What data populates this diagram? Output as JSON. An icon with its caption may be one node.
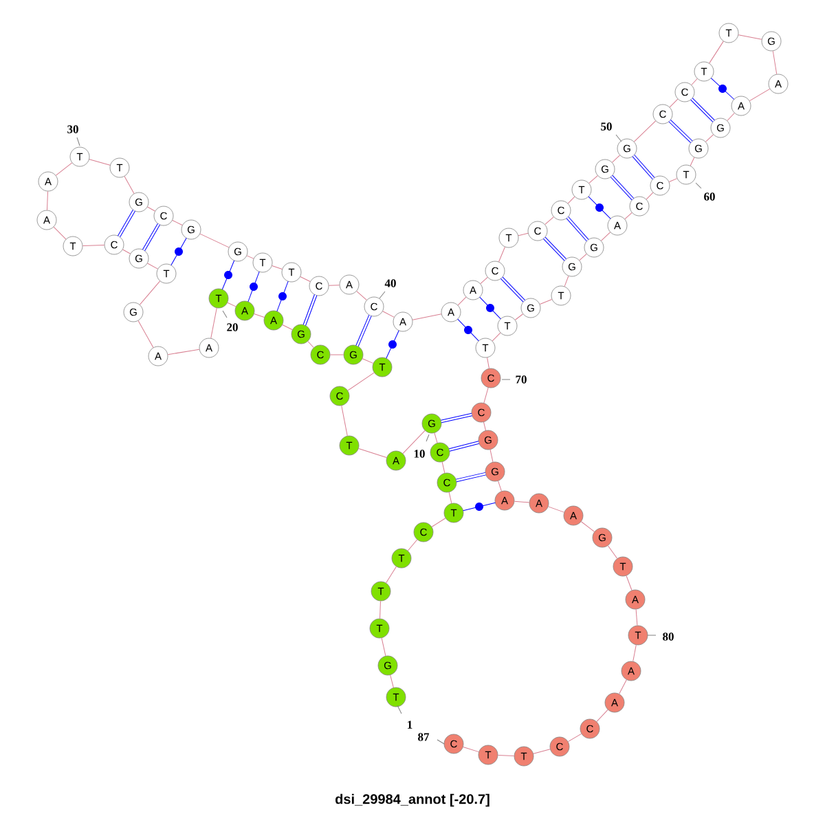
{
  "diagram": {
    "caption": "dsi_29984_annot [-20.7]",
    "nodes": [
      {
        "text": [
          "T"
        ]
      },
      {
        "text": [
          "G"
        ]
      },
      {
        "text": [
          "T"
        ]
      },
      {
        "text": [
          "T"
        ]
      },
      {
        "text": [
          "T"
        ]
      },
      {
        "text": [
          "C"
        ]
      },
      {
        "text": [
          "T"
        ]
      },
      {
        "text": [
          "C"
        ]
      },
      {
        "text": [
          "C"
        ]
      },
      {
        "text": [
          "G"
        ]
      },
      {
        "text": [
          "A"
        ]
      },
      {
        "text": [
          "T"
        ]
      },
      {
        "text": [
          "C"
        ]
      },
      {
        "text": [
          "T"
        ]
      },
      {
        "text": [
          "G"
        ]
      },
      {
        "text": [
          "C"
        ]
      },
      {
        "text": [
          "G"
        ]
      },
      {
        "text": [
          "A"
        ]
      },
      {
        "text": [
          "A"
        ]
      },
      {
        "text": [
          "T"
        ]
      },
      {
        "text": [
          "A"
        ]
      },
      {
        "text": [
          "A"
        ]
      },
      {
        "text": [
          "G"
        ]
      },
      {
        "text": [
          "T"
        ]
      },
      {
        "text": [
          "G"
        ]
      },
      {
        "text": [
          "C"
        ]
      },
      {
        "text": [
          "T"
        ]
      },
      {
        "text": [
          "A"
        ]
      },
      {
        "text": [
          "A"
        ]
      },
      {
        "text": [
          "T"
        ]
      },
      {
        "text": [
          "T"
        ]
      },
      {
        "text": [
          "G"
        ]
      },
      {
        "text": [
          "C"
        ]
      },
      {
        "text": [
          "G"
        ]
      },
      {
        "text": [
          "G"
        ]
      },
      {
        "text": [
          "T"
        ]
      },
      {
        "text": [
          "T"
        ]
      },
      {
        "text": [
          "C"
        ]
      },
      {
        "text": [
          "A"
        ]
      },
      {
        "text": [
          "C"
        ]
      },
      {
        "text": [
          "A"
        ]
      },
      {
        "text": [
          "A"
        ]
      },
      {
        "text": [
          "A"
        ]
      },
      {
        "text": [
          "C"
        ]
      },
      {
        "text": [
          "T"
        ]
      },
      {
        "text": [
          "C"
        ]
      },
      {
        "text": [
          "C"
        ]
      },
      {
        "text": [
          "T"
        ]
      },
      {
        "text": [
          "G"
        ]
      },
      {
        "text": [
          "G"
        ]
      },
      {
        "text": [
          "C"
        ]
      },
      {
        "text": [
          "C"
        ]
      },
      {
        "text": [
          "T"
        ]
      },
      {
        "text": [
          "T"
        ]
      },
      {
        "text": [
          "G"
        ]
      },
      {
        "text": [
          "A"
        ]
      },
      {
        "text": [
          "A"
        ]
      },
      {
        "text": [
          "G"
        ]
      },
      {
        "text": [
          "G"
        ]
      },
      {
        "text": [
          "T"
        ]
      },
      {
        "text": [
          "C"
        ]
      },
      {
        "text": [
          "C"
        ]
      },
      {
        "text": [
          "A"
        ]
      },
      {
        "text": [
          "G"
        ]
      },
      {
        "text": [
          "G"
        ]
      },
      {
        "text": [
          "T"
        ]
      },
      {
        "text": [
          "G"
        ]
      },
      {
        "text": [
          "T"
        ]
      },
      {
        "text": [
          "T"
        ]
      },
      {
        "text": [
          "C"
        ]
      },
      {
        "text": [
          "C"
        ]
      },
      {
        "text": [
          "G"
        ]
      },
      {
        "text": [
          "G"
        ]
      },
      {
        "text": [
          "A"
        ]
      },
      {
        "text": [
          "A"
        ]
      },
      {
        "text": [
          "A"
        ]
      },
      {
        "text": [
          "G"
        ]
      },
      {
        "text": [
          "T"
        ]
      },
      {
        "text": [
          "A"
        ]
      },
      {
        "text": [
          "T"
        ]
      },
      {
        "text": [
          "A"
        ]
      },
      {
        "text": [
          "A"
        ]
      },
      {
        "text": [
          "C"
        ]
      },
      {
        "text": [
          "C"
        ]
      },
      {
        "text": [
          "T"
        ]
      },
      {
        "text": [
          "T"
        ]
      },
      {
        "text": [
          "C"
        ]
      }
    ],
    "edges": [
      {
        "from": 0,
        "to": 1,
        "arrow": "none"
      },
      {
        "from": 1,
        "to": 2,
        "arrow": "none"
      },
      {
        "from": 2,
        "to": 3,
        "arrow": "none"
      },
      {
        "from": 3,
        "to": 4,
        "arrow": "none"
      },
      {
        "from": 4,
        "to": 5,
        "arrow": "none"
      },
      {
        "from": 5,
        "to": 6,
        "arrow": "none"
      },
      {
        "from": 6,
        "to": 7,
        "arrow": "none"
      },
      {
        "from": 7,
        "to": 8,
        "arrow": "none"
      },
      {
        "from": 8,
        "to": 9,
        "arrow": "none"
      },
      {
        "from": 9,
        "to": 10,
        "arrow": "none"
      },
      {
        "from": 10,
        "to": 11,
        "arrow": "none"
      },
      {
        "from": 11,
        "to": 12,
        "arrow": "none"
      },
      {
        "from": 12,
        "to": 13,
        "arrow": "none"
      },
      {
        "from": 13,
        "to": 14,
        "arrow": "none"
      },
      {
        "from": 14,
        "to": 15,
        "arrow": "none"
      },
      {
        "from": 15,
        "to": 16,
        "arrow": "none"
      },
      {
        "from": 16,
        "to": 17,
        "arrow": "none"
      },
      {
        "from": 17,
        "to": 18,
        "arrow": "none"
      },
      {
        "from": 18,
        "to": 19,
        "arrow": "none"
      },
      {
        "from": 19,
        "to": 20,
        "arrow": "none"
      },
      {
        "from": 20,
        "to": 21,
        "arrow": "none"
      },
      {
        "from": 21,
        "to": 22,
        "arrow": "none"
      },
      {
        "from": 22,
        "to": 23,
        "arrow": "none"
      },
      {
        "from": 23,
        "to": 24,
        "arrow": "none"
      },
      {
        "from": 24,
        "to": 25,
        "arrow": "none"
      },
      {
        "from": 25,
        "to": 26,
        "arrow": "none"
      },
      {
        "from": 26,
        "to": 27,
        "arrow": "none"
      },
      {
        "from": 27,
        "to": 28,
        "arrow": "none"
      },
      {
        "from": 28,
        "to": 29,
        "arrow": "none"
      },
      {
        "from": 29,
        "to": 30,
        "arrow": "none"
      },
      {
        "from": 30,
        "to": 31,
        "arrow": "none"
      },
      {
        "from": 31,
        "to": 32,
        "arrow": "none"
      },
      {
        "from": 32,
        "to": 33,
        "arrow": "none"
      },
      {
        "from": 33,
        "to": 34,
        "arrow": "none"
      },
      {
        "from": 34,
        "to": 35,
        "arrow": "none"
      },
      {
        "from": 35,
        "to": 36,
        "arrow": "none"
      },
      {
        "from": 36,
        "to": 37,
        "arrow": "none"
      },
      {
        "from": 37,
        "to": 38,
        "arrow": "none"
      },
      {
        "from": 38,
        "to": 39,
        "arrow": "none"
      },
      {
        "from": 39,
        "to": 40,
        "arrow": "none"
      },
      {
        "from": 40,
        "to": 41,
        "arrow": "none"
      },
      {
        "from": 41,
        "to": 42,
        "arrow": "none"
      },
      {
        "from": 42,
        "to": 43,
        "arrow": "none"
      },
      {
        "from": 43,
        "to": 44,
        "arrow": "none"
      },
      {
        "from": 44,
        "to": 45,
        "arrow": "none"
      },
      {
        "from": 45,
        "to": 46,
        "arrow": "none"
      },
      {
        "from": 46,
        "to": 47,
        "arrow": "none"
      },
      {
        "from": 47,
        "to": 48,
        "arrow": "none"
      },
      {
        "from": 48,
        "to": 49,
        "arrow": "none"
      },
      {
        "from": 49,
        "to": 50,
        "arrow": "none"
      },
      {
        "from": 50,
        "to": 51,
        "arrow": "none"
      },
      {
        "from": 51,
        "to": 52,
        "arrow": "none"
      },
      {
        "from": 52,
        "to": 53,
        "arrow": "none"
      },
      {
        "from": 53,
        "to": 54,
        "arrow": "none"
      },
      {
        "from": 54,
        "to": 55,
        "arrow": "none"
      },
      {
        "from": 55,
        "to": 56,
        "arrow": "none"
      },
      {
        "from": 56,
        "to": 57,
        "arrow": "none"
      },
      {
        "from": 57,
        "to": 58,
        "arrow": "none"
      },
      {
        "from": 58,
        "to": 59,
        "arrow": "none"
      },
      {
        "from": 59,
        "to": 60,
        "arrow": "none"
      },
      {
        "from": 60,
        "to": 61,
        "arrow": "none"
      },
      {
        "from": 61,
        "to": 62,
        "arrow": "none"
      },
      {
        "from": 62,
        "to": 63,
        "arrow": "none"
      },
      {
        "from": 63,
        "to": 64,
        "arrow": "none"
      },
      {
        "from": 64,
        "to": 65,
        "arrow": "none"
      },
      {
        "from": 65,
        "to": 66,
        "arrow": "none"
      },
      {
        "from": 66,
        "to": 67,
        "arrow": "none"
      },
      {
        "from": 67,
        "to": 68,
        "arrow": "none"
      },
      {
        "from": 68,
        "to": 69,
        "arrow": "none"
      },
      {
        "from": 69,
        "to": 70,
        "arrow": "none"
      },
      {
        "from": 70,
        "to": 71,
        "arrow": "none"
      },
      {
        "from": 71,
        "to": 72,
        "arrow": "none"
      },
      {
        "from": 72,
        "to": 73,
        "arrow": "none"
      },
      {
        "from": 73,
        "to": 74,
        "arrow": "none"
      },
      {
        "from": 74,
        "to": 75,
        "arrow": "none"
      },
      {
        "from": 75,
        "to": 76,
        "arrow": "none"
      },
      {
        "from": 76,
        "to": 77,
        "arrow": "none"
      },
      {
        "from": 77,
        "to": 78,
        "arrow": "none"
      },
      {
        "from": 78,
        "to": 79,
        "arrow": "none"
      },
      {
        "from": 79,
        "to": 80,
        "arrow": "none"
      },
      {
        "from": 80,
        "to": 81,
        "arrow": "none"
      },
      {
        "from": 81,
        "to": 82,
        "arrow": "none"
      },
      {
        "from": 82,
        "to": 83,
        "arrow": "none"
      },
      {
        "from": 83,
        "to": 84,
        "arrow": "none"
      },
      {
        "from": 84,
        "to": 85,
        "arrow": "none"
      },
      {
        "from": 85,
        "to": 86,
        "arrow": "none"
      },
      {
        "from": 6,
        "to": 73,
        "arrow": "none",
        "color": "#0000ff"
      },
      {
        "from": 7,
        "to": 72,
        "arrow": "none",
        "style": "thick",
        "color": "#0000ff"
      },
      {
        "from": 8,
        "to": 71,
        "arrow": "none",
        "style": "thick",
        "color": "#0000ff"
      },
      {
        "from": 9,
        "to": 70,
        "arrow": "none",
        "style": "thick",
        "color": "#0000ff"
      },
      {
        "from": 13,
        "to": 40,
        "arrow": "none",
        "color": "#0000ff"
      },
      {
        "from": 14,
        "to": 39,
        "arrow": "none",
        "style": "thick",
        "color": "#0000ff"
      },
      {
        "from": 16,
        "to": 37,
        "arrow": "none",
        "style": "thick",
        "color": "#0000ff"
      },
      {
        "from": 17,
        "to": 36,
        "arrow": "none",
        "color": "#0000ff"
      },
      {
        "from": 18,
        "to": 35,
        "arrow": "none",
        "color": "#0000ff"
      },
      {
        "from": 19,
        "to": 34,
        "arrow": "none",
        "color": "#0000ff"
      },
      {
        "from": 23,
        "to": 33,
        "arrow": "none",
        "color": "#0000ff"
      },
      {
        "from": 24,
        "to": 32,
        "arrow": "none",
        "style": "thick",
        "color": "#0000ff"
      },
      {
        "from": 25,
        "to": 31,
        "arrow": "none",
        "style": "thick",
        "color": "#0000ff"
      },
      {
        "from": 41,
        "to": 68,
        "arrow": "none",
        "color": "#0000ff"
      },
      {
        "from": 42,
        "to": 67,
        "arrow": "none",
        "color": "#0000ff"
      },
      {
        "from": 43,
        "to": 66,
        "arrow": "none",
        "style": "thick",
        "color": "#0000ff"
      },
      {
        "from": 45,
        "to": 64,
        "arrow": "none",
        "style": "thick",
        "color": "#0000ff"
      },
      {
        "from": 46,
        "to": 63,
        "arrow": "none",
        "style": "thick",
        "color": "#0000ff"
      },
      {
        "from": 47,
        "to": 62,
        "arrow": "none",
        "color": "#0000ff"
      },
      {
        "from": 48,
        "to": 61,
        "arrow": "none",
        "style": "thick",
        "color": "#0000ff"
      },
      {
        "from": 49,
        "to": 60,
        "arrow": "none",
        "style": "thick",
        "color": "#0000ff"
      },
      {
        "from": 50,
        "to": 58,
        "arrow": "none",
        "style": "thick",
        "color": "#0000ff"
      },
      {
        "from": 51,
        "to": 57,
        "arrow": "none",
        "style": "thick",
        "color": "#0000ff"
      },
      {
        "from": 52,
        "to": 56,
        "arrow": "none",
        "color": "#0000ff"
      }
    ],
    "labels": [
      "50",
      "30",
      "60",
      "40",
      "20",
      "70",
      "10",
      "80",
      "1",
      "87"
    ]
  }
}
